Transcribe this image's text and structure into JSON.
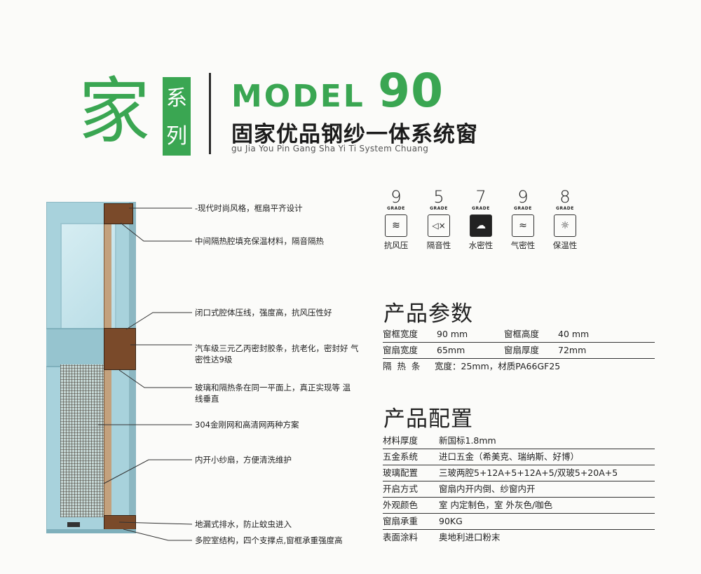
{
  "header": {
    "brand_main": "家",
    "brand_series": [
      "系",
      "列"
    ],
    "model_word": "MODEL",
    "model_number": "90",
    "subtitle": "固家优品钢纱一体系统窗",
    "pinyin": "gu Jia You Pin Gang Sha Yi Ti System Chuang"
  },
  "features": [
    "-现代时尚风格，框扇平齐设计",
    "中间隔热腔填充保温材料，隔音隔热",
    "闭口式腔体压线，强度高，抗风压性好",
    "汽车级三元乙丙密封胶条，抗老化，密封好 气密性达9级",
    "玻璃和隔热条在同一平面上，真正实现等 温线垂直",
    "304金刚网和高清网两种方案",
    "内开小纱扇，方便清洗维护",
    "地漏式排水，防止蚊虫进入",
    "多腔室结构，四个支撑点,窗框承重强度高"
  ],
  "grades": [
    {
      "value": "9",
      "grade_label": "GRADE",
      "label": "抗风压",
      "icon": "wind-pressure-icon",
      "glyph": "≋"
    },
    {
      "value": "5",
      "grade_label": "GRADE",
      "label": "隔音性",
      "icon": "speaker-mute-icon",
      "glyph": "◁×"
    },
    {
      "value": "7",
      "grade_label": "GRADE",
      "label": "水密性",
      "icon": "rain-cloud-icon",
      "glyph": "☁"
    },
    {
      "value": "9",
      "grade_label": "GRADE",
      "label": "气密性",
      "icon": "airflow-icon",
      "glyph": "≈"
    },
    {
      "value": "8",
      "grade_label": "GRADE",
      "label": "保温性",
      "icon": "sun-icon",
      "glyph": "☼"
    }
  ],
  "params": {
    "title": "产品参数",
    "rows": [
      {
        "k": "窗框宽度",
        "v": "90 mm",
        "k2": "窗框高度",
        "v2": "40 mm"
      },
      {
        "k": "窗扇宽度",
        "v": "65mm",
        "k2": "窗扇厚度",
        "v2": "72mm"
      },
      {
        "k": "隔  热  条",
        "v": "宽度：25mm，材质PA66GF25"
      }
    ]
  },
  "config": {
    "title": "产品配置",
    "rows": [
      {
        "k": "材料厚度",
        "v": "新国标1.8mm"
      },
      {
        "k": "五金系统",
        "v": "进口五金（希美克、瑞纳斯、好博）"
      },
      {
        "k": "玻璃配置",
        "v": "三玻两腔5+12A+5+12A+5/双玻5+20A+5"
      },
      {
        "k": "开启方式",
        "v": "窗扇内开内倒、纱窗内开"
      },
      {
        "k": "外观颜色",
        "v": "室 内定制色，室 外灰色/咖色"
      },
      {
        "k": "窗扇承重",
        "v": "90KG"
      },
      {
        "k": "表面涂料",
        "v": "奥地利进口粉末"
      }
    ]
  },
  "colors": {
    "brand_green": "#3aa652",
    "frame_blue": "#a8d2dc",
    "profile_brown": "#7a4a2a"
  }
}
